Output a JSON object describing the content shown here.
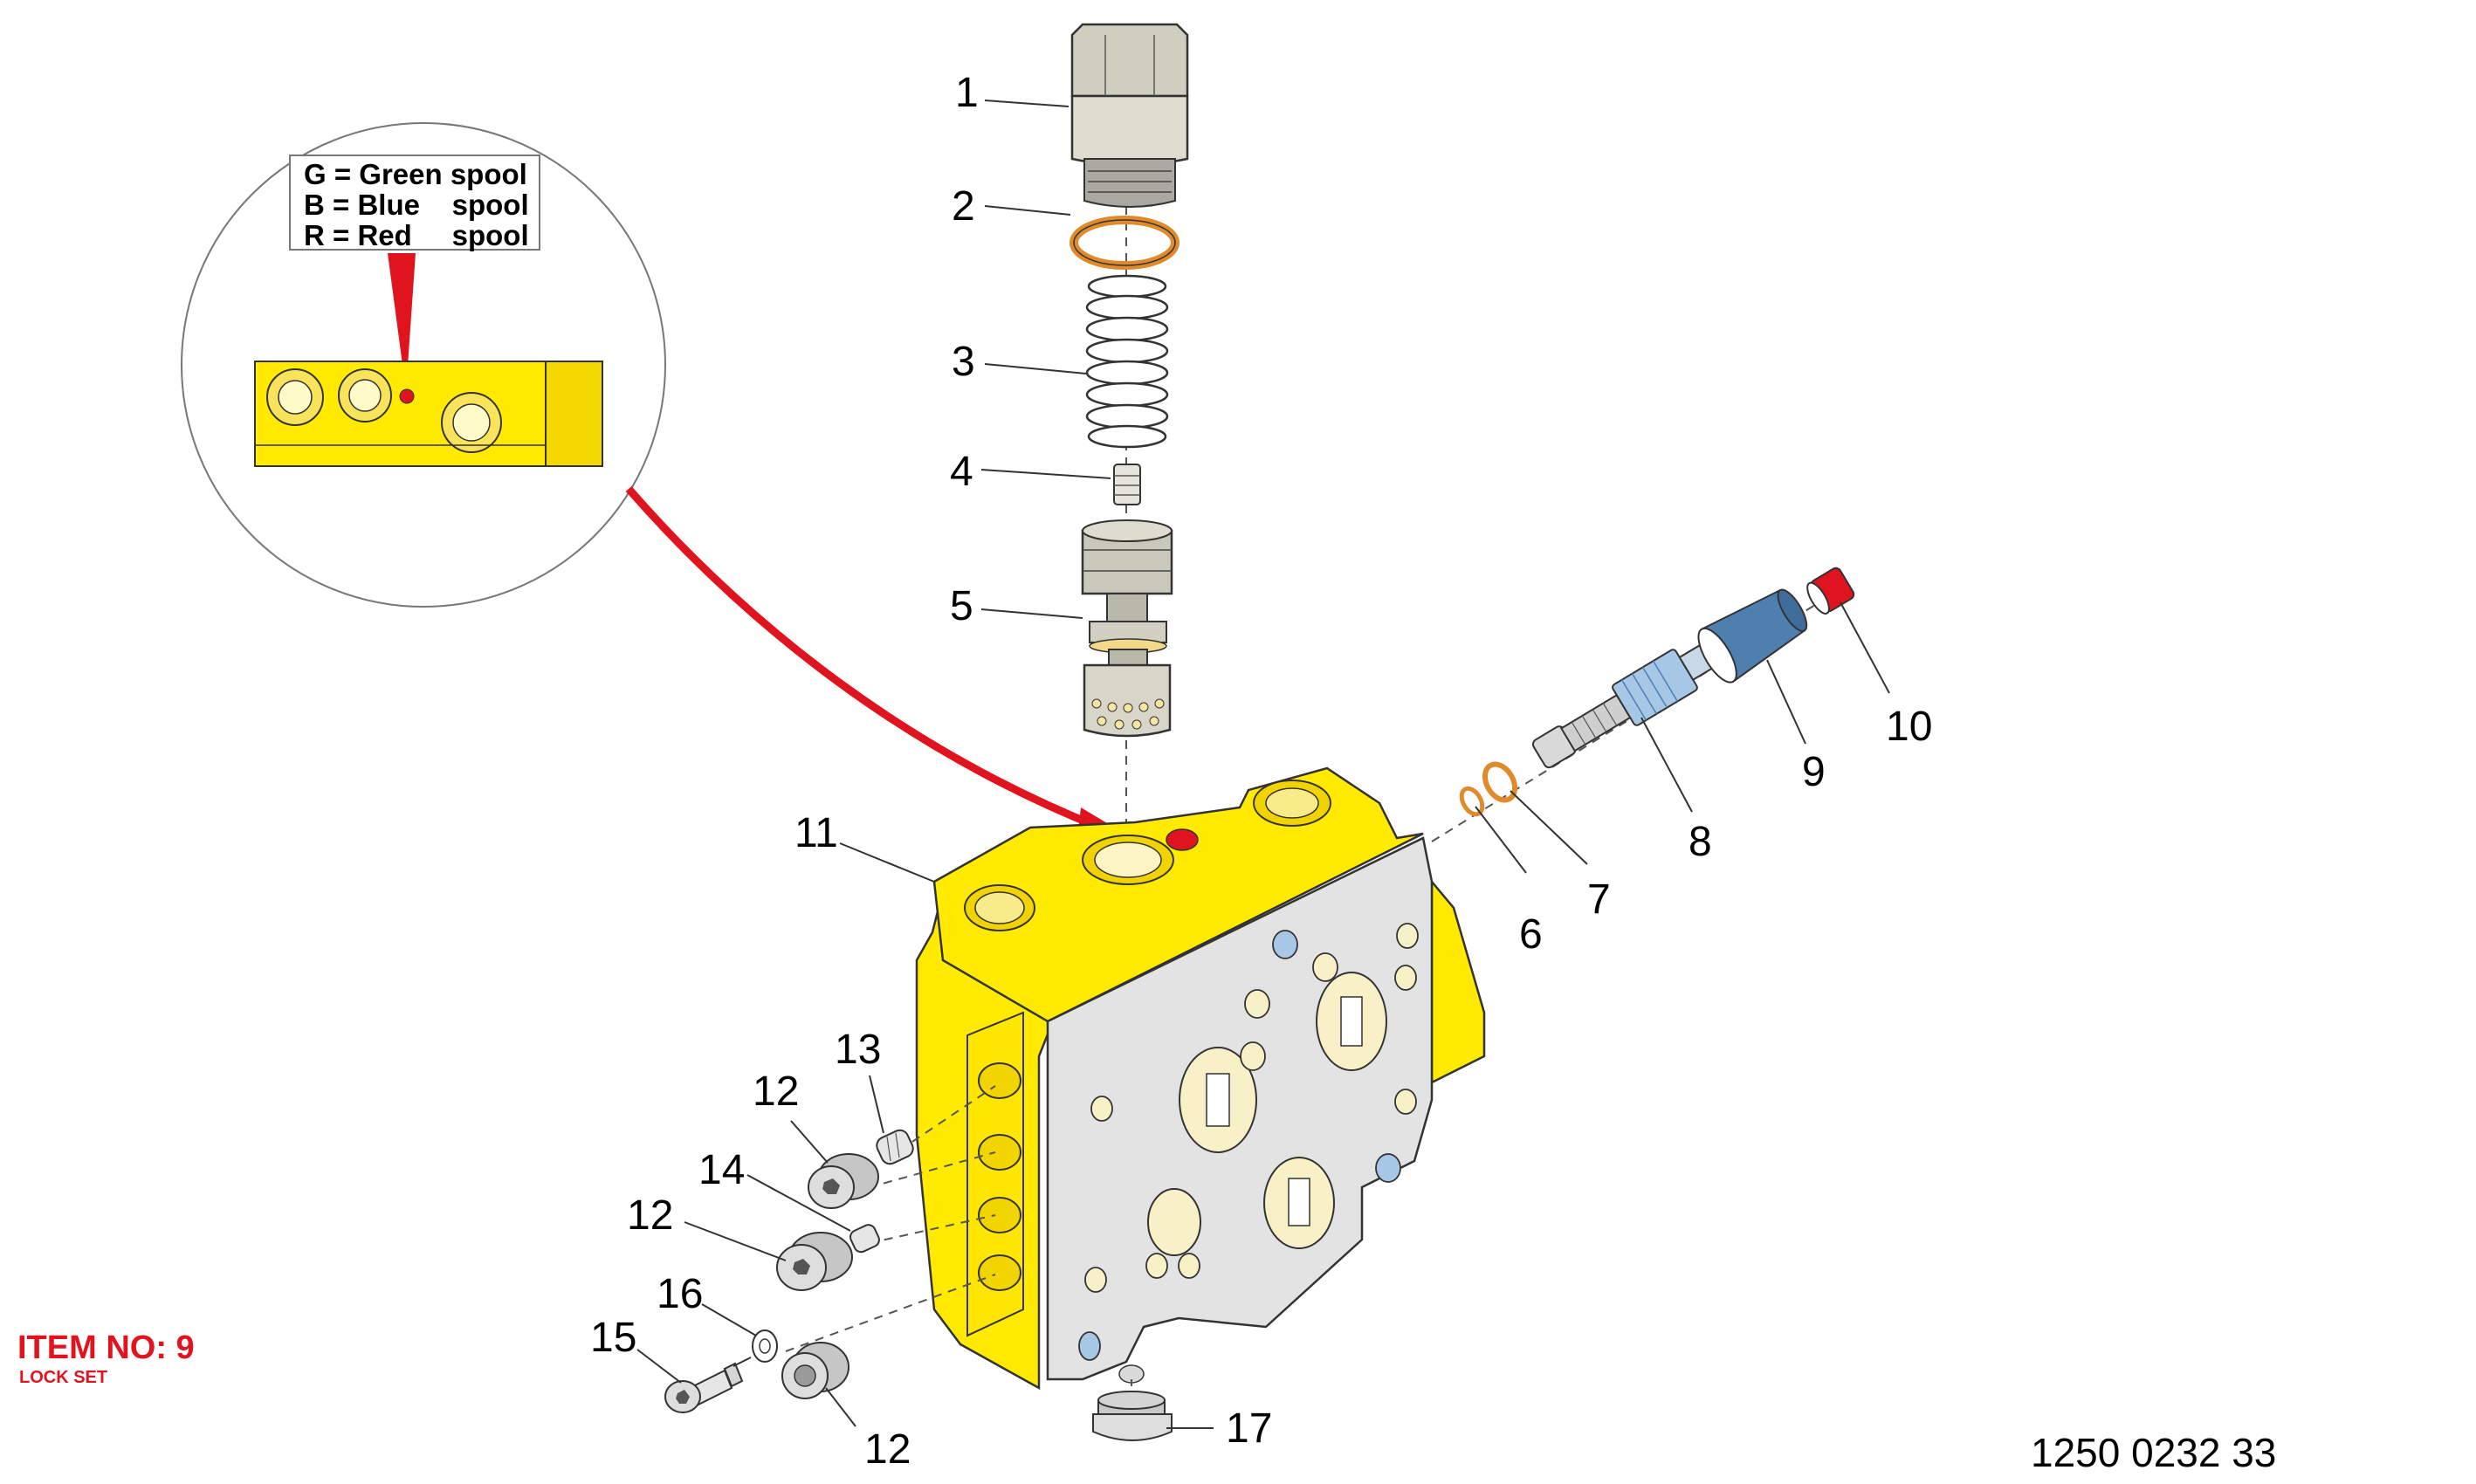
{
  "legend": {
    "lines": [
      "G = Green spool",
      "B = Blue    spool",
      "R = Red     spool"
    ]
  },
  "callouts": {
    "c1": "1",
    "c2": "2",
    "c3": "3",
    "c4": "4",
    "c5": "5",
    "c6": "6",
    "c7": "7",
    "c8": "8",
    "c9": "9",
    "c10": "10",
    "c11": "11",
    "c12a": "12",
    "c12b": "12",
    "c12c": "12",
    "c13": "13",
    "c14": "14",
    "c15": "15",
    "c16": "16",
    "c17": "17"
  },
  "item": {
    "title": "ITEM NO: 9",
    "subtitle": "LOCK SET"
  },
  "drawing_number": "1250 0232 33",
  "colors": {
    "housing": "#ffea00",
    "face": "#e3e3e3",
    "accent_red": "#e0141e",
    "blue_part": "#4f7fae",
    "light_blue": "#a7c7e7",
    "orange_ring": "#e08a2c"
  }
}
